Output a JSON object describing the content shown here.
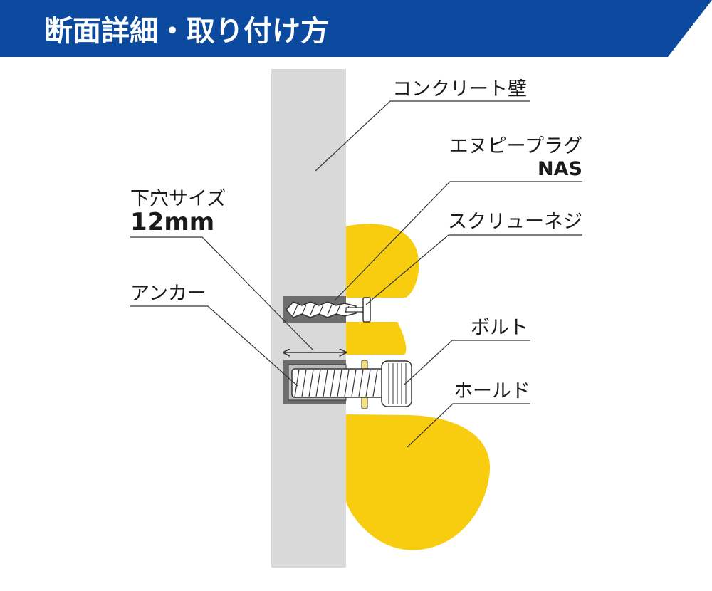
{
  "header": {
    "title": "断面詳細・取り付け方",
    "bar_color": "#0b4a9e",
    "text_color": "#ffffff"
  },
  "colors": {
    "wall": "#d9d9d9",
    "hold": "#f8cc0f",
    "anchor_sleeve": "#6d6d6d",
    "bolt_fill": "#ffffff",
    "leader_line": "#333333",
    "background": "#ffffff"
  },
  "labels": {
    "concrete_wall": "コンクリート壁",
    "plug_line1": "エヌピープラグ",
    "plug_line2": "NAS",
    "screw": "スクリューネジ",
    "hole_size_line1": "下穴サイズ",
    "hole_size_line2": "12mm",
    "anchor": "アンカー",
    "bolt": "ボルト",
    "hold": "ホールド"
  }
}
